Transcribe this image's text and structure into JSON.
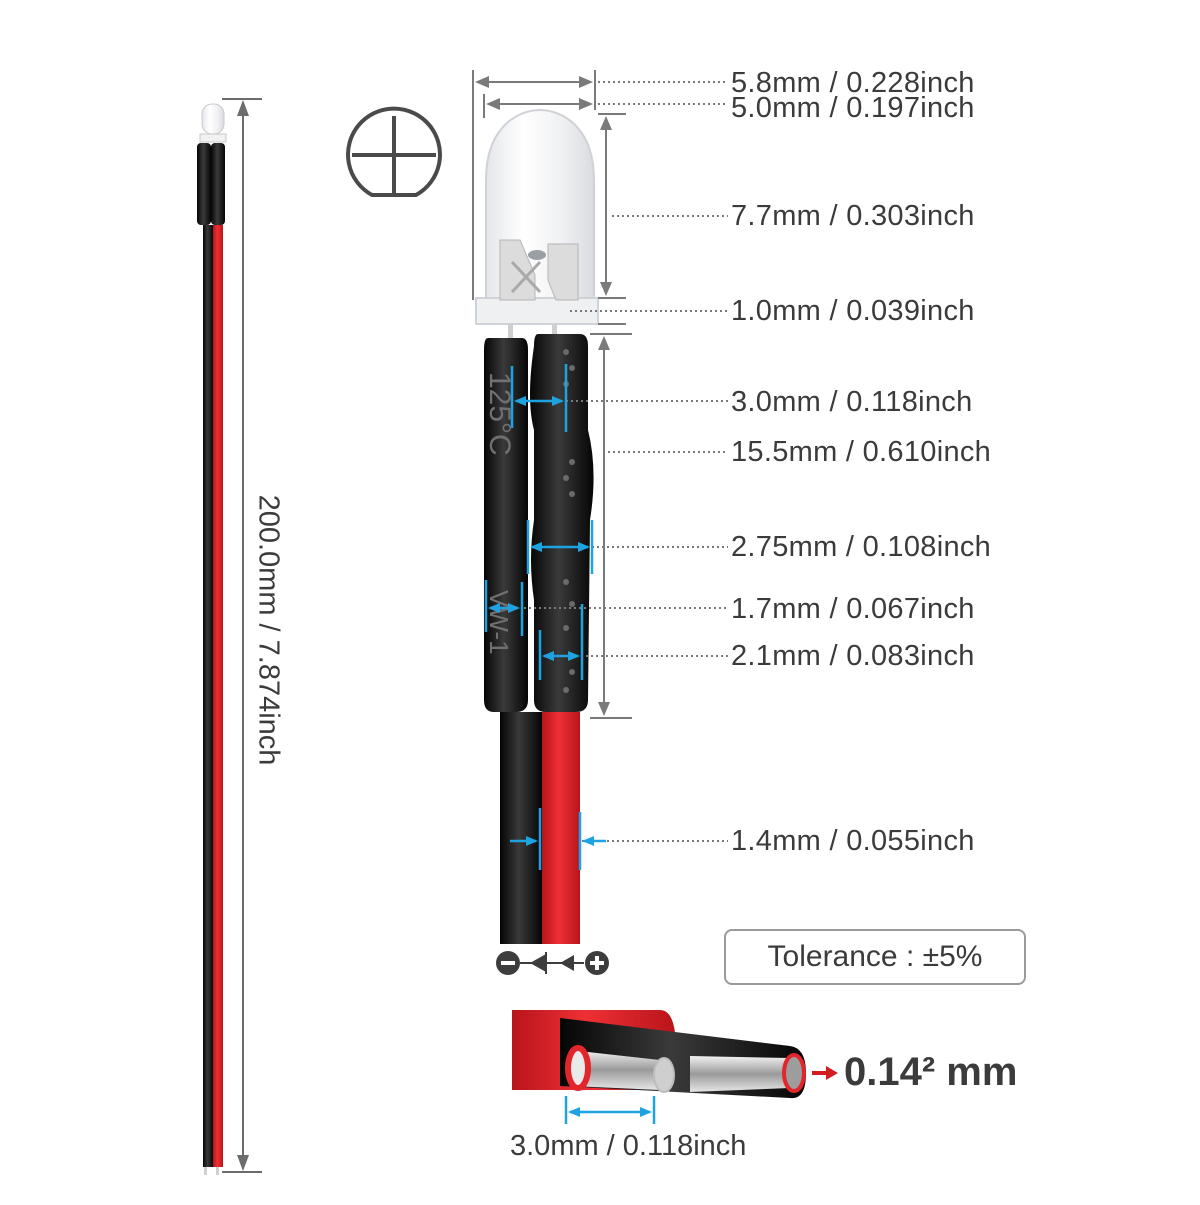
{
  "dimensions": {
    "lens_rim": "5.8mm / 0.228inch",
    "lens_dia": "5.0mm / 0.197inch",
    "lens_height": "7.7mm / 0.303inch",
    "rim_height": "1.0mm / 0.039inch",
    "sleeve_gap": "3.0mm / 0.118inch",
    "sleeve_length": "15.5mm / 0.610inch",
    "sleeve_outer": "2.75mm / 0.108inch",
    "sleeve_inner": "1.7mm / 0.067inch",
    "sleeve_mid": "2.1mm / 0.083inch",
    "wire_dia": "1.4mm / 0.055inch",
    "total_length": "200.0mm / 7.874inch",
    "strand_spacing": "3.0mm / 0.118inch"
  },
  "tolerance": "Tolerance : ±5%",
  "cross_section": "0.14² mm",
  "sleeve_print": "125°C",
  "sleeve_print_2": "VW-1",
  "colors": {
    "wire_red": "#e3262b",
    "wire_black": "#1a1a1a",
    "dim_line": "#777777",
    "accent_blue": "#1fa3e0",
    "copper": "#b8b8b8"
  }
}
